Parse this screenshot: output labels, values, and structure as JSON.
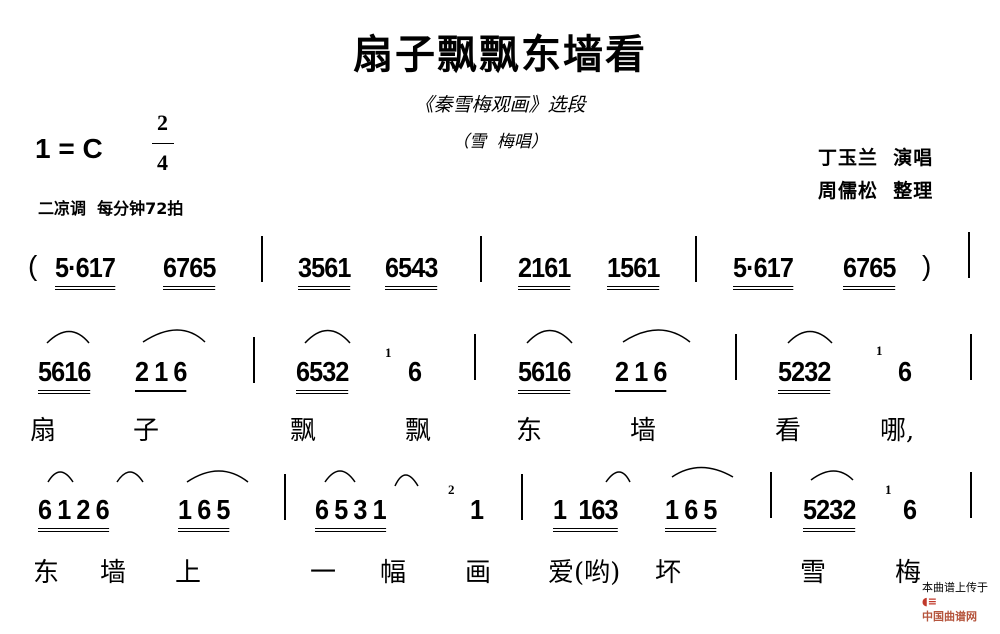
{
  "header": {
    "title": "扇子飘飘东墙看",
    "subtitle": "《秦雪梅观画》选段",
    "singer_role": "（雪  梅唱）",
    "key": "1 = C",
    "time_sig_top": "2",
    "time_sig_bottom": "4",
    "tempo": "二凉调  每分钟72拍",
    "performer": "丁玉兰  演唱",
    "arranger": "周儒松  整理"
  },
  "rows": [
    {
      "open": "(",
      "close": ")",
      "groups": [
        "5·617",
        "6765",
        "3561",
        "6543",
        "2161",
        "1561",
        "5·617",
        "6765"
      ]
    },
    {
      "groups": [
        "5616",
        "2 1 6",
        "6532",
        "6",
        "5616",
        "2 1 6",
        "5232",
        "6"
      ],
      "graces": [
        "1",
        "1"
      ],
      "lyrics": [
        "扇",
        "子",
        "飘",
        "飘",
        "东",
        "墙",
        "看",
        "哪,"
      ]
    },
    {
      "groups": [
        "6 1 2 6",
        "1 6 5",
        "6 5 3 1",
        "1",
        "1  163",
        "1 6 5",
        "5232",
        "6"
      ],
      "graces": [
        "2",
        "1"
      ],
      "lyrics": [
        "东",
        "墙",
        "上",
        "一",
        "幅",
        "画",
        "爱(哟)",
        "坏",
        "雪",
        "梅"
      ]
    }
  ],
  "footer": {
    "text": "本曲谱上传于",
    "brand": "中国曲谱网"
  },
  "colors": {
    "brand": "#b5553d"
  }
}
